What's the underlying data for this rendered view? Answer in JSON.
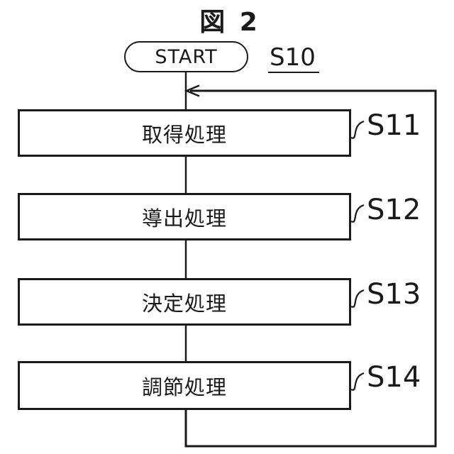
{
  "figure": {
    "title": "図 2"
  },
  "flowchart": {
    "start": {
      "label": "START",
      "step_id": "S10"
    },
    "steps": [
      {
        "label": "取得処理",
        "step_id": "S11"
      },
      {
        "label": "導出処理",
        "step_id": "S12"
      },
      {
        "label": "決定処理",
        "step_id": "S13"
      },
      {
        "label": "調節処理",
        "step_id": "S14"
      }
    ],
    "loop": {
      "from_step": "S14",
      "returns_before_step": "S11"
    }
  },
  "colors": {
    "line": "#1a1a1a",
    "background": "#ffffff",
    "text": "#1a1a1a"
  }
}
